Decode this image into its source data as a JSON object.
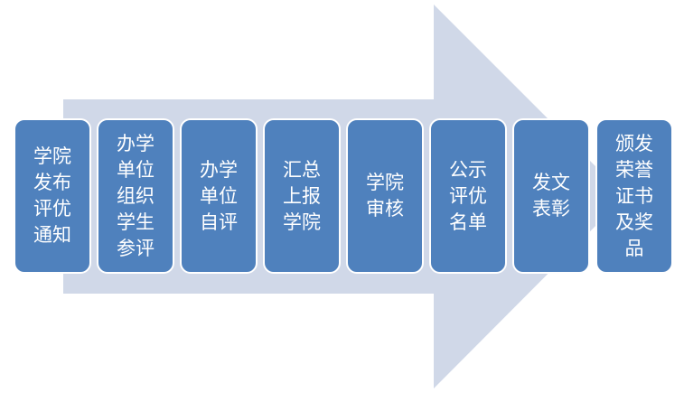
{
  "colors": {
    "arrow": "#D0D8E8",
    "box": "#4F81BD",
    "text": "#FFFFFF"
  },
  "steps": [
    {
      "label": "学院发布评优通知"
    },
    {
      "label": "办学单位组织学生参评"
    },
    {
      "label": "办学单位自评"
    },
    {
      "label": "汇总上报学院"
    },
    {
      "label": "学院审核"
    },
    {
      "label": "公示评优名单"
    },
    {
      "label": "发文表彰"
    },
    {
      "label": "颁发荣誉证书及奖品"
    }
  ]
}
